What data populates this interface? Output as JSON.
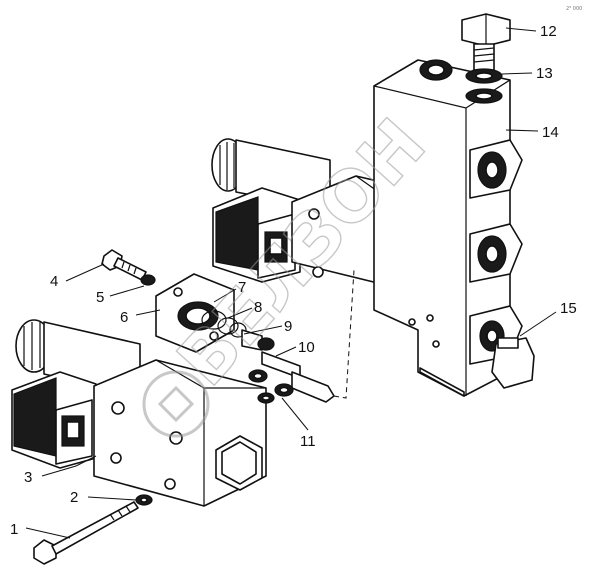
{
  "diagram": {
    "corner_mark": "2³ 000",
    "watermark": "ВЕЛЗОН",
    "callouts": [
      "1",
      "2",
      "3",
      "4",
      "5",
      "6",
      "7",
      "8",
      "9",
      "10",
      "11",
      "12",
      "13",
      "14",
      "15"
    ]
  }
}
